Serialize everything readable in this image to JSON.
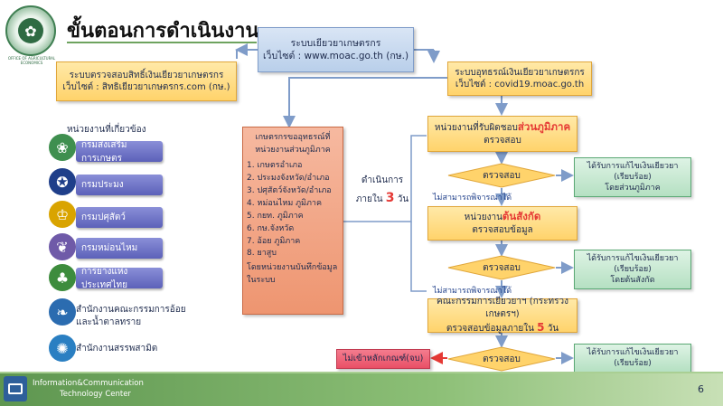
{
  "header": {
    "title": "ขั้นตอนการดำเนินงาน",
    "logo_text": "OFFICE OF AGRICULTURAL ECONOMICS"
  },
  "center_system": {
    "line1": "ระบบเยียวยาเกษตรกร",
    "line2": "เว็บไซต์ : www.moac.go.th   (กษ.)"
  },
  "left_check": {
    "line1": "ระบบตรวจสอบสิทธิ์เงินเยียวยาเกษตรกร",
    "line2": "เว็บไซต์ : สิทธิเยียวยาเกษตรกร.com  (กษ.)"
  },
  "right_appeal": {
    "line1": "ระบบอุทธรณ์เงินเยียวยาเกษตรกร",
    "line2": "เว็บไซต์ : covid19.moac.go.th"
  },
  "agencies": {
    "heading": "หน่วยงานที่เกี่ยวข้อง",
    "items": [
      {
        "label": "กรมส่งเสริมการเกษตร",
        "icon": "doae-emblem-icon"
      },
      {
        "label": "กรมประมง",
        "icon": "fisheries-emblem-icon"
      },
      {
        "label": "กรมปศุสัตว์",
        "icon": "livestock-emblem-icon"
      },
      {
        "label": "กรมหม่อนไหม",
        "icon": "sericulture-emblem-icon"
      },
      {
        "label": "การยางแห่งประเทศไทย",
        "icon": "rubber-authority-emblem-icon"
      },
      {
        "label": "สำนักงานคณะกรรมการอ้อย",
        "label2": "และน้ำตาลทราย",
        "icon": "sugar-board-emblem-icon"
      },
      {
        "label": "สำนักงานสรรพสามิต",
        "icon": "excise-emblem-icon"
      }
    ]
  },
  "appeal_list": {
    "title1": "เกษตรกรขออุทธรณ์ที่",
    "title2": "หน่วยงานส่วนภูมิภาค",
    "items": [
      "1.  เกษตรอำเภอ",
      "2.  ประมงจังหวัด/อำเภอ",
      "3.  ปศุสัตว์จังหวัด/อำเภอ",
      "4.  หม่อนไหม ภูมิภาค",
      "5.  กยท. ภูมิภาค",
      "6.  กษ.จังหวัด",
      "7.  อ้อย ภูมิภาค",
      "8.  ยาสูบ"
    ],
    "note1": "โดยหน่วยงานบันทึกข้อมูล",
    "note2": "ในระบบ"
  },
  "deadline": {
    "line1": "ดำเนินการ",
    "prefix": "ภายใน",
    "number": "3",
    "suffix": "วัน"
  },
  "regional": {
    "prefix": "หน่วยงานที่รับผิดชอบ",
    "highlight": "ส่วนภูมิภาค",
    "line2": "ตรวจสอบ"
  },
  "check1": {
    "label": "ตรวจสอบ"
  },
  "result1": {
    "line1": "ได้รับการแก้ไขเงินเยียวยา",
    "line2": "(เรียบร้อย)",
    "line3": "โดยส่วนภูมิภาค"
  },
  "reject1": {
    "label": "ไม่สามารถพิจารณาได้"
  },
  "central": {
    "prefix": "หน่วยงาน",
    "highlight": "ต้นสังกัด",
    "line2": "ตรวจสอบข้อมูล"
  },
  "check2": {
    "label": "ตรวจสอบ"
  },
  "result2": {
    "line1": "ได้รับการแก้ไขเงินเยียวยา",
    "line2": "(เรียบร้อย)",
    "line3": "โดยต้นสังกัด"
  },
  "reject2": {
    "label": "ไม่สามารถพิจารณาได้"
  },
  "committee": {
    "line1": "คณะกรรมการเยียวยาฯ (กระทรวงเกษตรฯ)",
    "prefix": "ตรวจสอบข้อมูลภายใน",
    "number": "5",
    "suffix": "วัน"
  },
  "check3": {
    "label": "ตรวจสอบ"
  },
  "result3": {
    "line1": "ได้รับการแก้ไขเงินเยียวยา",
    "line2": "(เรียบร้อย)"
  },
  "not_eligible": {
    "label": "ไม่เข้าหลักเกณฑ์(จบ)"
  },
  "footer": {
    "line1": "Information&Communication",
    "line2": "Technology Center",
    "page_number": "6"
  },
  "colors": {
    "orange": "#ffd36b",
    "blue": "#b9cfea",
    "green": "#b5e0c2",
    "red": "#e53935",
    "footer": "#6ea35f"
  }
}
